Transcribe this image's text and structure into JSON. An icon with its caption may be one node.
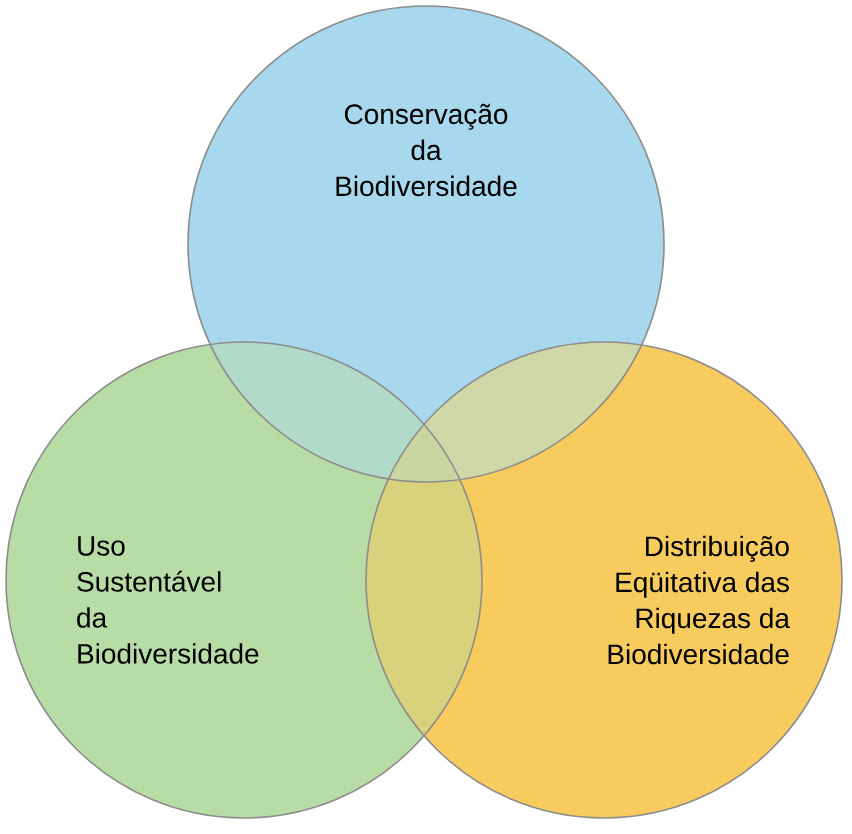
{
  "diagram": {
    "nodes": [
      {
        "text": [
          "Conservação da Biodiversidade"
        ]
      },
      {
        "text": [
          "Uso Sustentável da Biodiversidade"
        ]
      },
      {
        "text": [
          "Distribuição Eqüitativa das Riquezas da Biodiversidade"
        ]
      }
    ]
  }
}
